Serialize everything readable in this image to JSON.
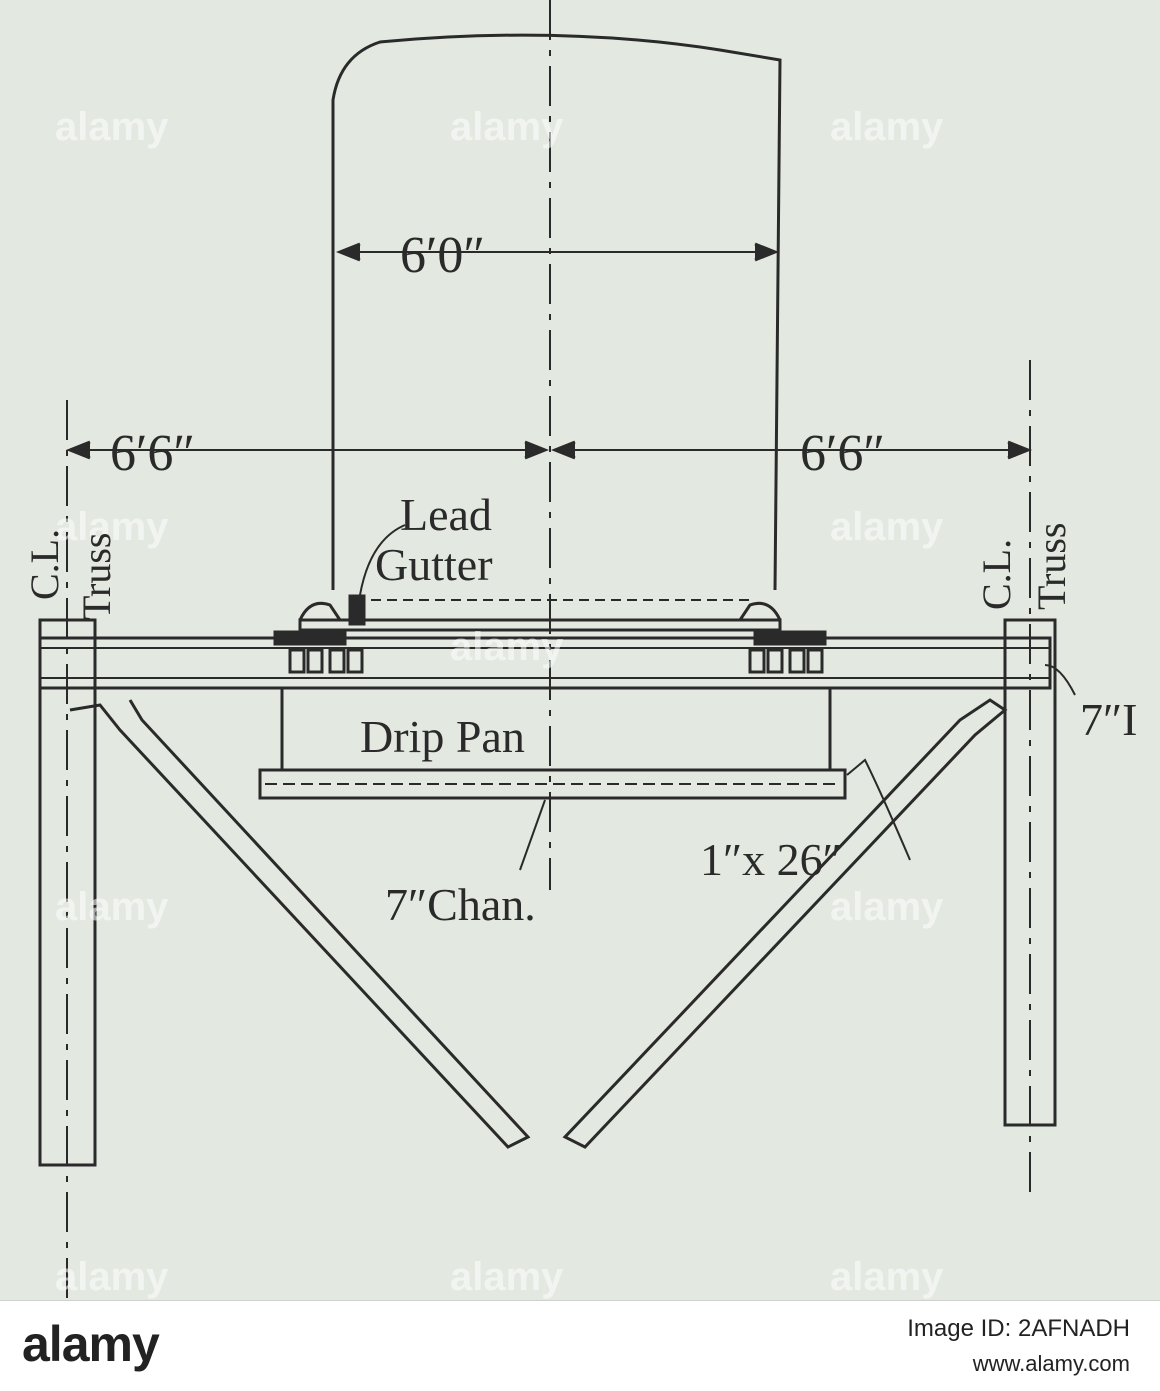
{
  "drawing": {
    "dim_center": "6′0″",
    "dim_left": "6′6″",
    "dim_right": "6′6″",
    "cl_truss_left_a": "C.L.",
    "cl_truss_left_b": "Truss",
    "cl_truss_right_a": "C.L.",
    "cl_truss_right_b": "Truss",
    "lead": "Lead",
    "gutter": "Gutter",
    "drip_pan": "Drip Pan",
    "beam_label": "7″I",
    "plate_label": "1″x 26″",
    "channel_label": "7″Chan."
  },
  "watermark": {
    "text": "alamy"
  },
  "footer": {
    "brand": "alamy",
    "image_id": "Image ID: 2AFNADH",
    "url": "www.alamy.com"
  },
  "colors": {
    "paper": "#e3e8e0",
    "ink": "#2a2a2a"
  }
}
